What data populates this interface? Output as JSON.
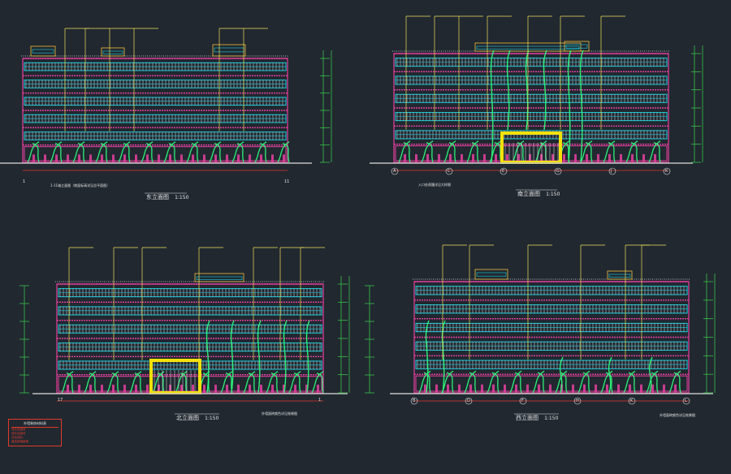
{
  "drawing": {
    "background": "#212830",
    "colors": {
      "outline": "#e6409f",
      "window_band": "#19d0df",
      "frame": "#e8e8e8",
      "tree": "#2ef07a",
      "leader": "#f0e05a",
      "dimension": "#39c24a",
      "red_note": "#e03a2a",
      "gate": "#f5e10a",
      "parapet": "#f0c040",
      "ground": "#c0c0c0"
    },
    "elevations": [
      {
        "id": "elev-1",
        "title": "东立面图",
        "scale": "1:150",
        "axis_left": "1",
        "axis_right": "11",
        "bottom_note": "1-11轴立面图（地面标高详见总平面图）"
      },
      {
        "id": "elev-2",
        "title": "南立面图",
        "scale": "1:150",
        "axis_labels": [
          "A",
          "C",
          "E",
          "G",
          "J",
          "K"
        ],
        "bottom_note": "入口处雨篷详见大样图"
      },
      {
        "id": "elev-3",
        "title": "北立面图",
        "scale": "1:150",
        "axis_left": "17",
        "axis_right": "1",
        "note": "外墙面砖颜色详见效果图"
      },
      {
        "id": "elev-4",
        "title": "西立面图",
        "scale": "1:150",
        "axis_labels": [
          "B",
          "D",
          "F",
          "H",
          "K",
          "L"
        ],
        "note": "外墙面砖颜色详见效果图"
      }
    ],
    "material_legend": {
      "title": "外墙装饰材料表",
      "rows": [
        "浅灰色面砖",
        "深灰色面砖",
        "白色涂料",
        "蓝色玻璃幕墙"
      ]
    }
  }
}
